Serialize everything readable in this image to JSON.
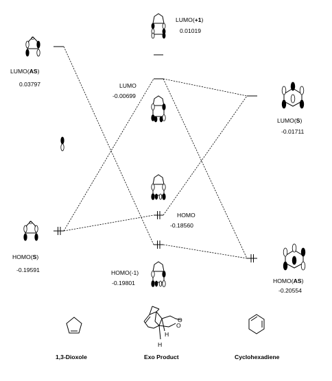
{
  "orbitals": {
    "dioxole_lumo": {
      "label_prefix": "LUMO(",
      "label_sym": "AS",
      "label_suffix": ")",
      "energy": "0.03797"
    },
    "dioxole_homo": {
      "label_prefix": "HOMO(",
      "label_sym": "S",
      "label_suffix": ")",
      "energy": "-0.19591"
    },
    "product_lumo_plus1": {
      "label_prefix": "LUMO(",
      "label_sym": "+1",
      "label_suffix": ")",
      "energy": "0.01019"
    },
    "product_lumo": {
      "label": "LUMO",
      "energy": "-0.00699"
    },
    "product_homo": {
      "label": "HOMO",
      "energy": "-0.18560"
    },
    "product_homo_minus1": {
      "label": "HOMO(-1)",
      "energy": "-0.19801"
    },
    "diene_lumo": {
      "label_prefix": "LUMO(",
      "label_sym": "S",
      "label_suffix": ")",
      "energy": "-0.01711"
    },
    "diene_homo": {
      "label_prefix": "HOMO(",
      "label_sym": "AS",
      "label_suffix": ")",
      "energy": "-0.20554"
    }
  },
  "molecules": {
    "left": "1,3-Dioxole",
    "center": "Exo Product",
    "right": "Cyclohexadiene"
  },
  "structure_atoms": {
    "oxygen": "O",
    "hydrogen": "H"
  }
}
